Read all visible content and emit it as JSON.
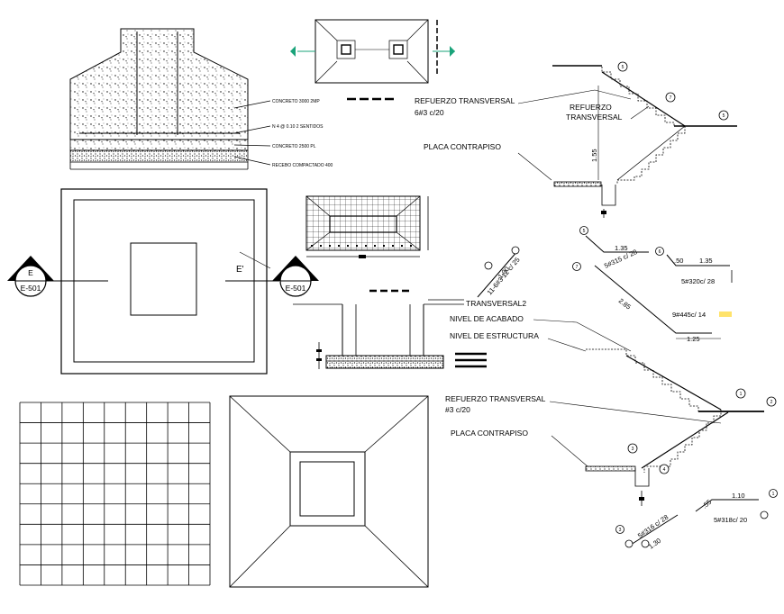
{
  "footing_section": {
    "notes": [
      "CONCRETO 3000 2MP",
      "N 4 @ 0.10 2 SENTIDOS",
      "CONCRETO 2500 PL",
      "RECEBO COMPACTADO 400"
    ]
  },
  "footing_plan": {
    "section_left": {
      "letter": "E",
      "sheet": "E-501"
    },
    "section_right": {
      "letter": "E'",
      "sheet": "E-501"
    }
  },
  "stair_upper": {
    "ref_transversal": "REFUERZO TRANSVERSAL",
    "ref_transversal_spec": "6#3 c/20",
    "ref_transversal_right": "REFUERZO\nTRANSVERSAL",
    "placa": "PLACA CONTRAPISO",
    "height_dim": "1.55",
    "markers": [
      "5",
      "7",
      "5"
    ]
  },
  "bar_details_upper": {
    "bar5_dim": "1.35",
    "bar5_spec": "5#315 c/ 28",
    "bar6_dim_a": ".50",
    "bar6_dim_b": "1.35",
    "bar6_spec": "5#320c/ 28",
    "bar7_dim": "2.85",
    "bar7_spec": "9#445c/ 14",
    "bar7_dim_b": "1.25",
    "left_bar_dim_a": "1.00",
    "left_bar_dim_b": "11-6#3 12 c/ 25",
    "markers": [
      "5",
      "6",
      "7"
    ]
  },
  "stair_lower": {
    "transversal2": "TRANSVERSAL2",
    "nivel_acabado": "NIVEL DE ACABADO",
    "nivel_estructura": "NIVEL DE ESTRUCTURA",
    "ref_transversal": "REFUERZO TRANSVERSAL",
    "ref_transversal_spec": "#3 c/20",
    "placa": "PLACA CONTRAPISO",
    "markers": [
      "1",
      "2",
      "3",
      "4"
    ]
  },
  "bar_details_lower": {
    "bar1_dim_a": ".55",
    "bar1_dim_b": "1.10",
    "bar1_spec": "5#318c/ 20",
    "bar3_spec": "5#316 c/ 28",
    "bar3_dim": "1.30",
    "markers": [
      "1",
      "3"
    ]
  }
}
